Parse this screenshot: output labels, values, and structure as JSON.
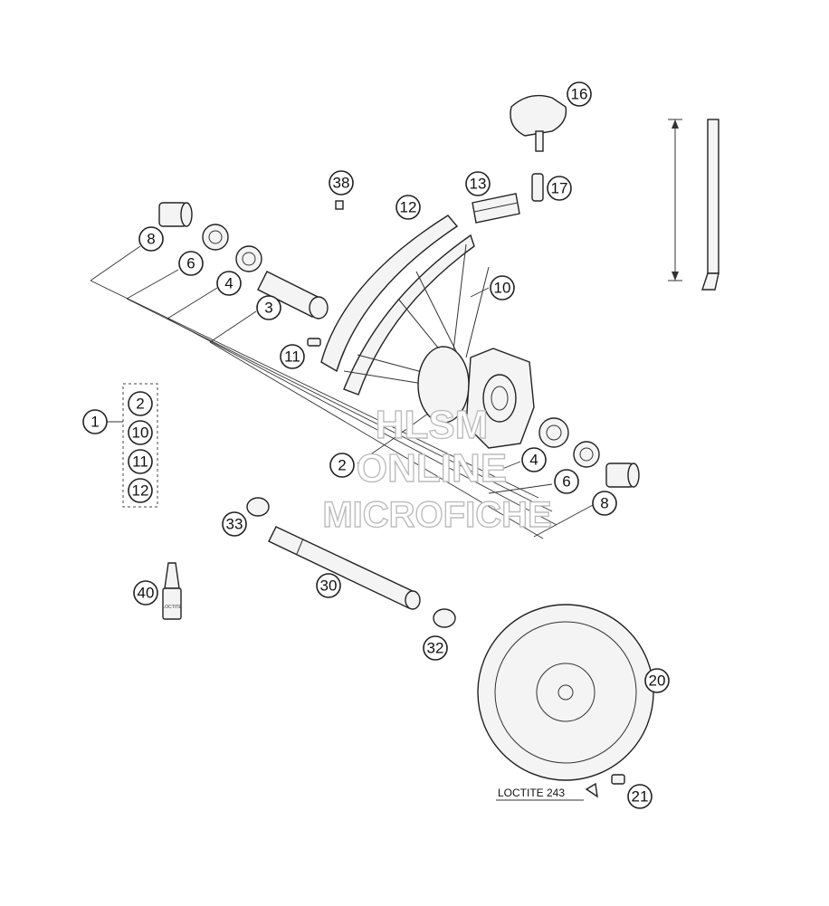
{
  "callouts": {
    "c16": "16",
    "c17": "17",
    "c38": "38",
    "c13": "13",
    "c12": "12",
    "c8a": "8",
    "c6a": "6",
    "c4a": "4",
    "c3": "3",
    "c10": "10",
    "c11": "11",
    "c1": "1",
    "c2a": "2",
    "c10b": "10",
    "c11b": "11",
    "c12b": "12",
    "c2b": "2",
    "c4b": "4",
    "c6b": "6",
    "c8b": "8",
    "c33": "33",
    "c30": "30",
    "c40": "40",
    "c32": "32",
    "c20": "20",
    "c21": "21"
  },
  "labels": {
    "loctite": "LOCTITE 243",
    "loctite_tube": "LOCTITE"
  },
  "watermark": {
    "line1": "HLSM",
    "line2": "ONLINE",
    "line3": "MICROFICHE"
  }
}
